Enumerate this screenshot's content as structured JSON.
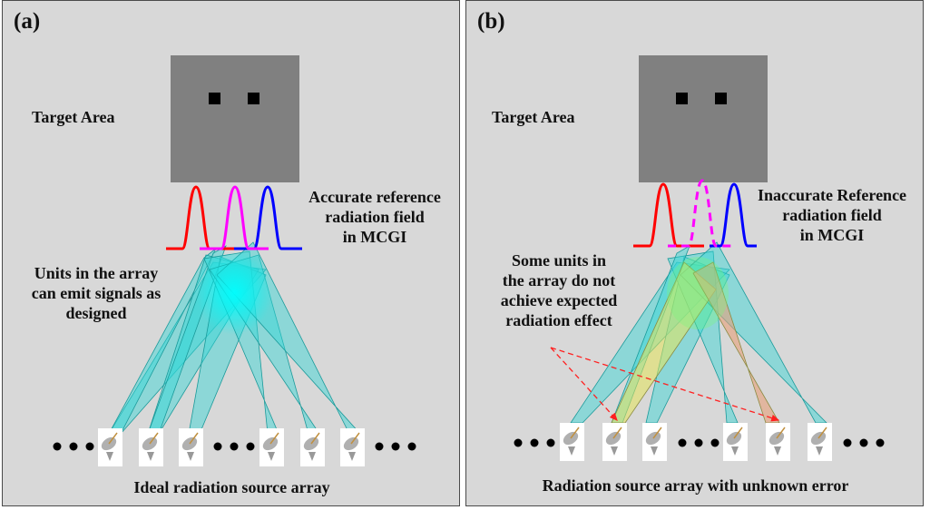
{
  "panel_a": {
    "tag": "(a)",
    "target_area_label": "Target Area",
    "field_label": [
      "Accurate reference",
      "radiation field",
      "in MCGI"
    ],
    "array_note": [
      "Units in the array",
      "can emit signals as",
      "designed"
    ],
    "bottom_label": "Ideal radiation source array"
  },
  "panel_b": {
    "tag": "(b)",
    "target_area_label": "Target Area",
    "field_label": [
      "Inaccurate Reference",
      "radiation field",
      "in MCGI"
    ],
    "array_note": [
      "Some units in",
      "the array do not",
      "achieve expected",
      "radiation effect"
    ],
    "bottom_label": "Radiation source array with unknown error"
  },
  "colors": {
    "panel_bg": "#d8d8d8",
    "target_area": "#808080",
    "beam": "#30d8d8",
    "beam_highlight": "#00ffff",
    "beam_error_yellow": "#e6e65a",
    "beam_error_orange": "#e8a07a",
    "curve_red": "#ff0000",
    "curve_magenta": "#ff00ff",
    "curve_blue": "#0000ff",
    "arrow_red": "#ff2020"
  },
  "icons": [
    "antenna-dish-icon",
    "ellipsis-dots"
  ]
}
